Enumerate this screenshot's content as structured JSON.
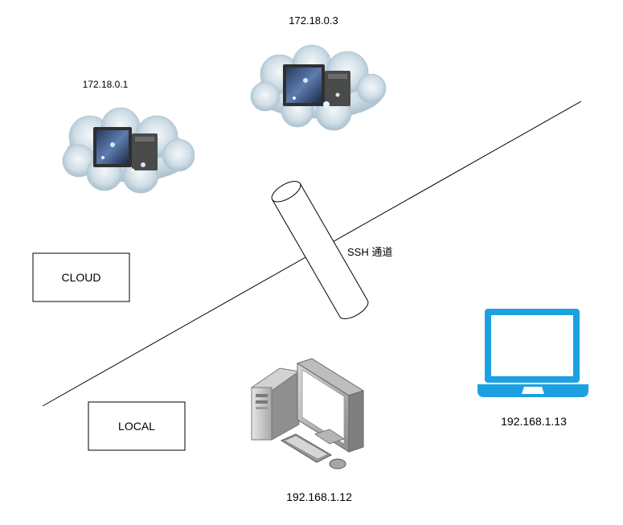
{
  "diagram": {
    "nodes": {
      "cloud_server_1": {
        "ip": "172.18.0.1",
        "icon": "cloud-server-icon"
      },
      "cloud_server_2": {
        "ip": "172.18.0.3",
        "icon": "cloud-server-icon"
      },
      "desktop": {
        "ip": "192.168.1.12",
        "icon": "desktop-computer-icon"
      },
      "laptop": {
        "ip": "192.168.1.13",
        "icon": "laptop-icon",
        "color": "#1ba1e2"
      }
    },
    "zones": {
      "cloud": "CLOUD",
      "local": "LOCAL"
    },
    "tunnel": {
      "label": "SSH 通道",
      "icon": "tunnel-cylinder-icon"
    },
    "divider": "network-boundary-line"
  }
}
